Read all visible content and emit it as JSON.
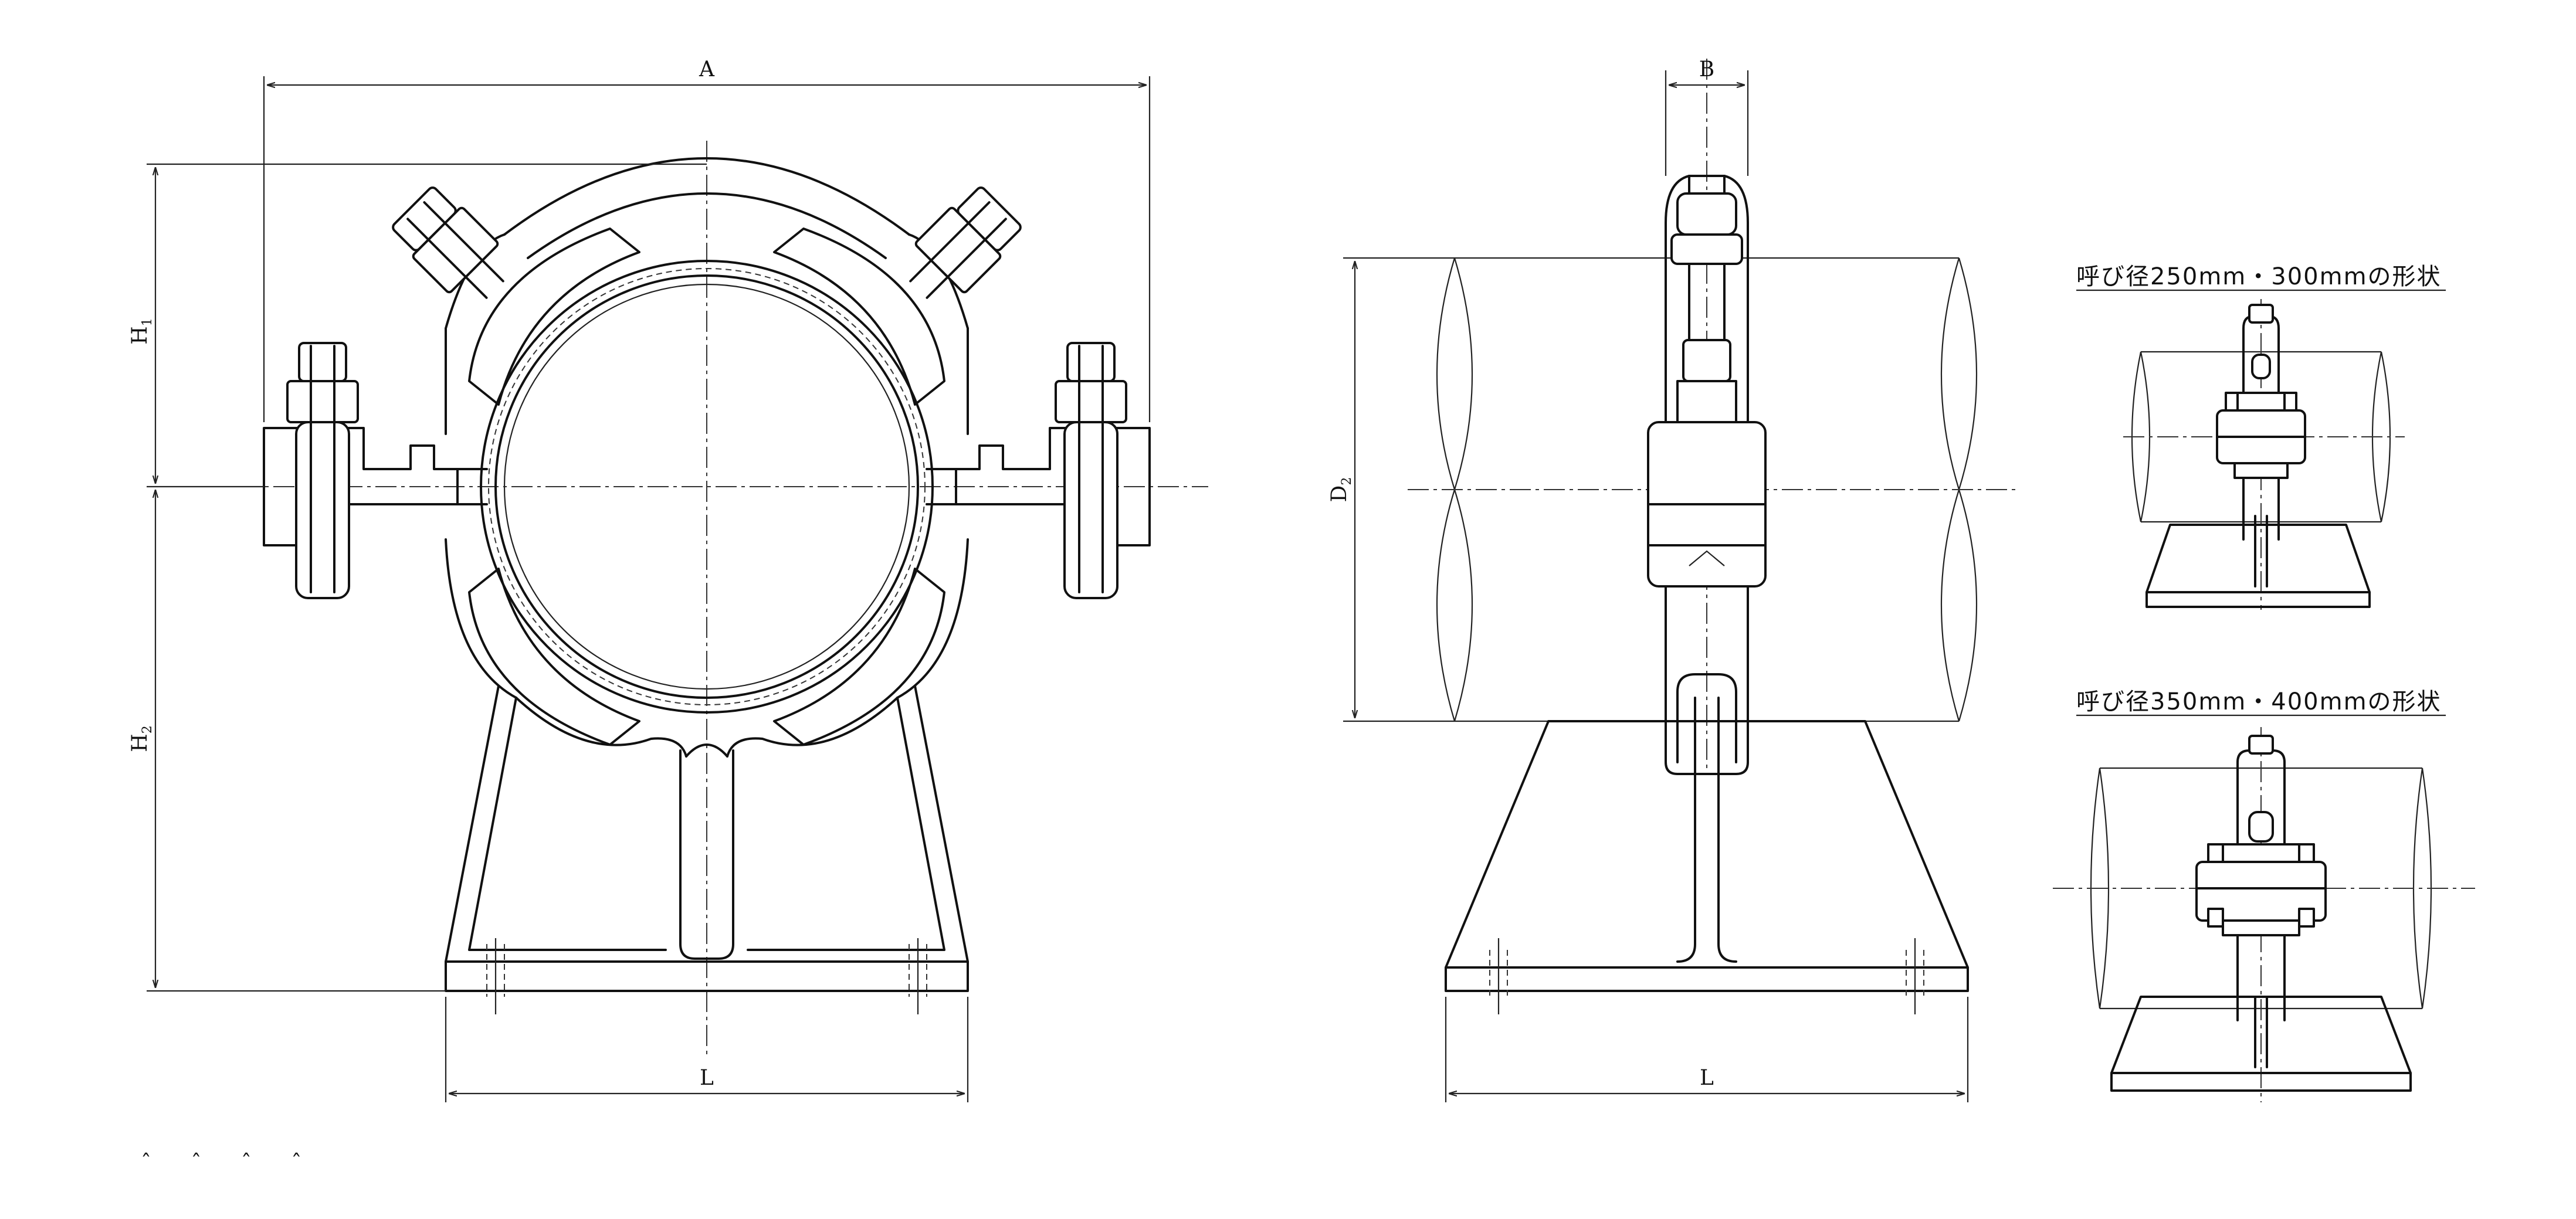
{
  "front_view": {
    "dim_A": "A",
    "dim_H1": "H",
    "dim_H1_sub": "1",
    "dim_H2": "H",
    "dim_H2_sub": "2",
    "dim_L": "L"
  },
  "side_view": {
    "dim_B": "B",
    "dim_D2": "D",
    "dim_D2_sub": "2",
    "dim_L": "L"
  },
  "small_views": {
    "view1_title": "呼び径250mm・300mmの形状",
    "view2_title": "呼び径350mm・400mmの形状"
  },
  "footer_marks": "ˆ ˆ ˆ ˆ"
}
